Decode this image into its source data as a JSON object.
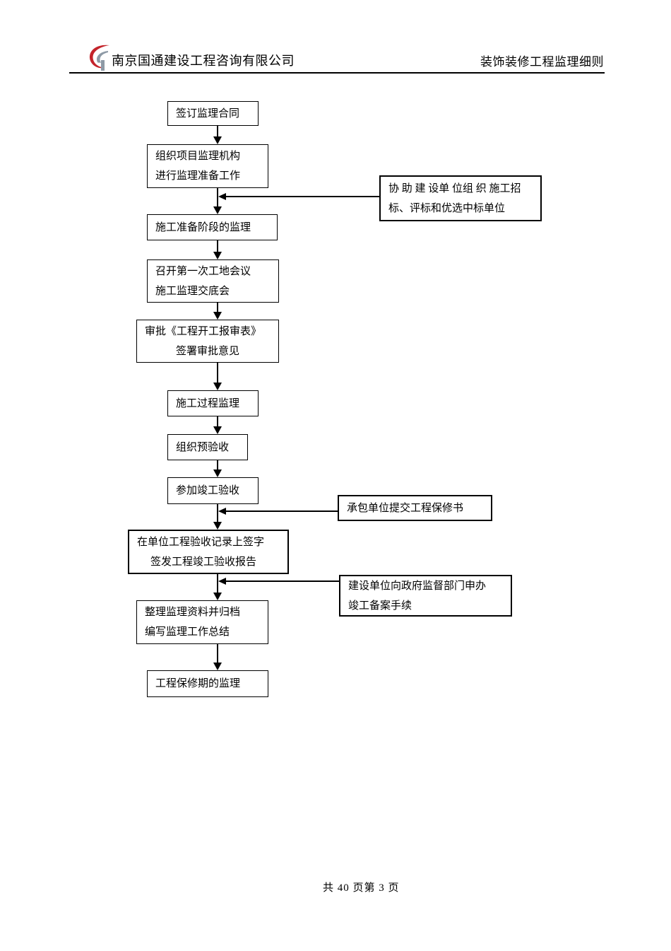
{
  "header": {
    "company": "南京国通建设工程咨询有限公司",
    "doc_title": "装饰装修工程监理细则",
    "logo": {
      "name": "g-swoosh-logo",
      "red": "#c4242b",
      "gray": "#8e9aa6"
    }
  },
  "flowchart": {
    "nodes": [
      {
        "line1": "签订监理合同"
      },
      {
        "line1": "组织项目监理机构",
        "line2": "进行监理准备工作"
      },
      {
        "line1": "施工准备阶段的监理"
      },
      {
        "line1": "召开第一次工地会议",
        "line2": "施工监理交底会"
      },
      {
        "line1": "审批《工程开工报审表》",
        "line2": "签署审批意见"
      },
      {
        "line1": "施工过程监理"
      },
      {
        "line1": "组织预验收"
      },
      {
        "line1": "参加竣工验收"
      },
      {
        "line1": "在单位工程验收记录上签字",
        "line2": "签发工程竣工验收报告"
      },
      {
        "line1": "整理监理资料并归档",
        "line2": "编写监理工作总结"
      },
      {
        "line1": "工程保修期的监理"
      }
    ],
    "side_nodes": [
      {
        "line1": "协 助 建 设单 位组 织 施工招",
        "line2": "标、评标和优选中标单位"
      },
      {
        "line1": "承包单位提交工程保修书"
      },
      {
        "line1": "建设单位向政府监督部门申办",
        "line2": "竣工备案手续"
      }
    ]
  },
  "footer": {
    "page_info": "共 40 页第 3 页"
  }
}
